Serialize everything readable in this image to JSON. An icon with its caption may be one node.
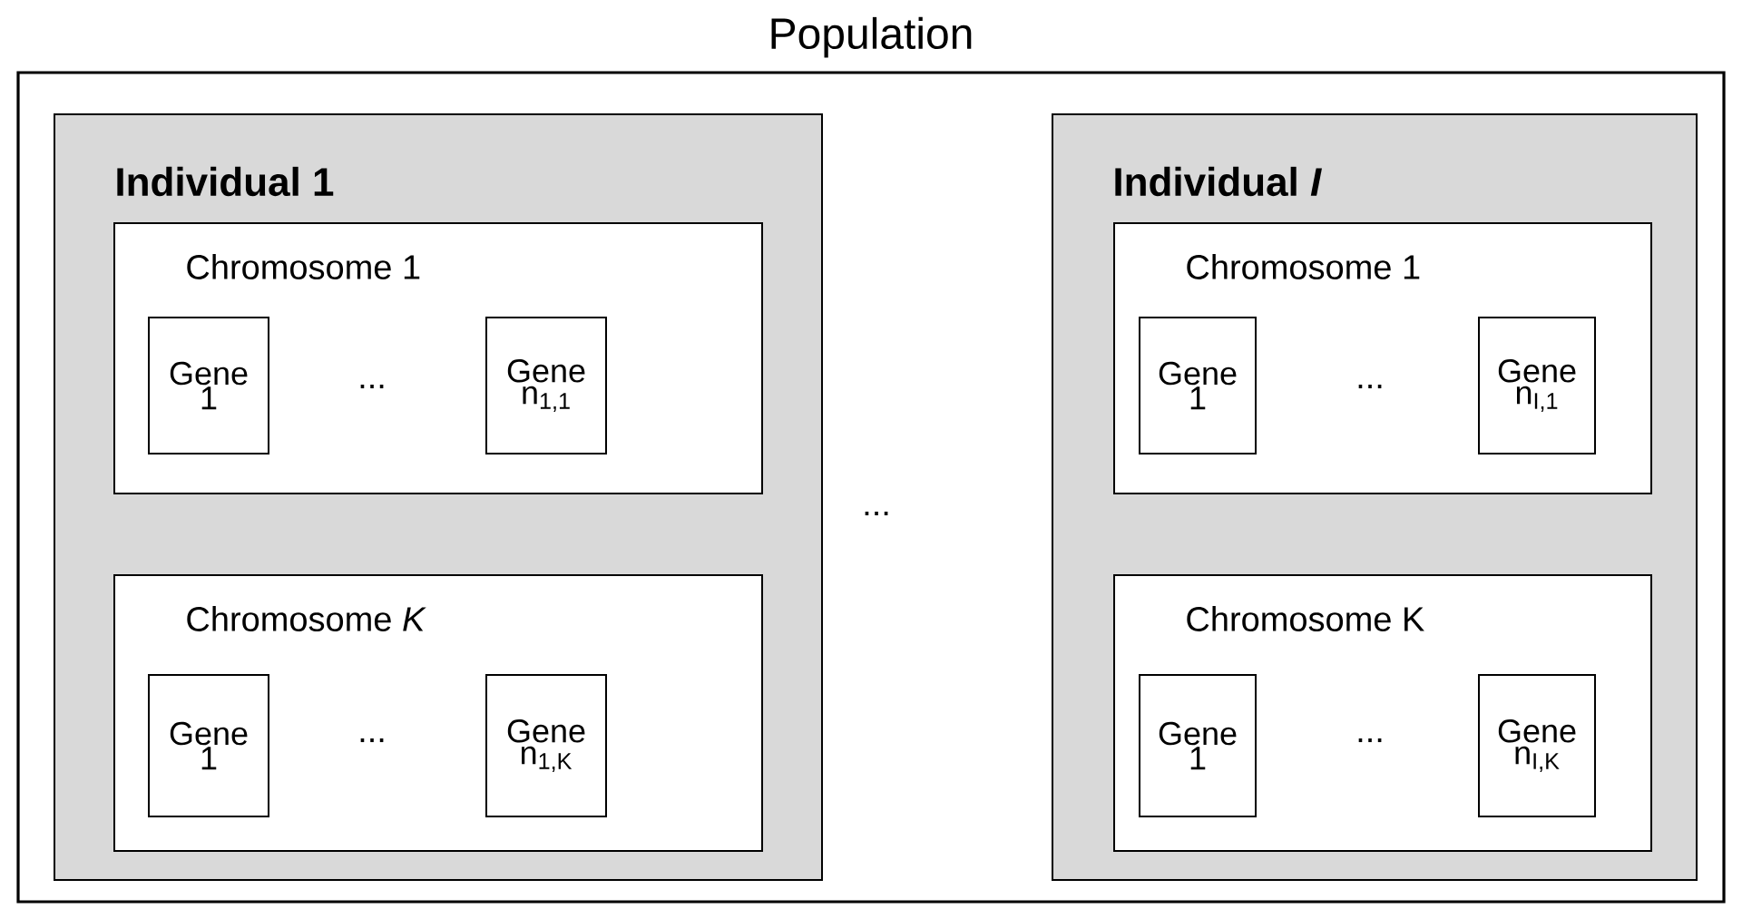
{
  "diagram": {
    "nodes": [
      {
        "text": [
          "Population"
        ]
      },
      {
        "text": [
          "Individual 1"
        ],
        "in": 0
      },
      {
        "text": [
          "Chromosome 1"
        ],
        "in": 1
      },
      {
        "text": [
          "Gene 1"
        ],
        "in": 2
      },
      {
        "text": [
          "Gene n$_{1,1}$"
        ],
        "in": 2
      },
      {
        "text": [
          "Chromosome *K*"
        ],
        "in": 1
      },
      {
        "text": [
          "Gene 1"
        ],
        "in": 5
      },
      {
        "text": [
          "Gene n$_{1,K}$"
        ],
        "in": 5
      },
      {
        "text": [
          "Individual *I*"
        ],
        "in": 0
      },
      {
        "text": [
          "Chromosome 1"
        ],
        "in": 8
      },
      {
        "text": [
          "Gene 1"
        ],
        "in": 9
      },
      {
        "text": [
          "Gene n$_{I,1}$"
        ],
        "in": 9
      },
      {
        "text": [
          "Chromosome K"
        ],
        "in": 8
      },
      {
        "text": [
          "Gene 1"
        ],
        "in": 12
      },
      {
        "text": [
          "Gene n$_{I,K}$"
        ],
        "in": 12
      }
    ],
    "edges": [],
    "labels": [
      "...",
      "...",
      "...",
      "...",
      "..."
    ]
  }
}
